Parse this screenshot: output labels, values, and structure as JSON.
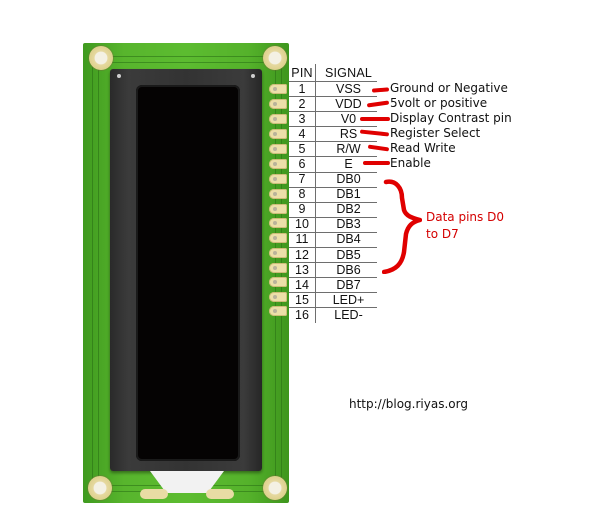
{
  "table": {
    "headers": {
      "pin": "PIN",
      "signal": "SIGNAL"
    },
    "rows": [
      {
        "pin": "1",
        "signal": "VSS"
      },
      {
        "pin": "2",
        "signal": "VDD"
      },
      {
        "pin": "3",
        "signal": "V0"
      },
      {
        "pin": "4",
        "signal": "RS"
      },
      {
        "pin": "5",
        "signal": "R/W"
      },
      {
        "pin": "6",
        "signal": "E"
      },
      {
        "pin": "7",
        "signal": "DB0"
      },
      {
        "pin": "8",
        "signal": "DB1"
      },
      {
        "pin": "9",
        "signal": "DB2"
      },
      {
        "pin": "10",
        "signal": "DB3"
      },
      {
        "pin": "11",
        "signal": "DB4"
      },
      {
        "pin": "12",
        "signal": "DB5"
      },
      {
        "pin": "13",
        "signal": "DB6"
      },
      {
        "pin": "14",
        "signal": "DB7"
      },
      {
        "pin": "15",
        "signal": "LED+"
      },
      {
        "pin": "16",
        "signal": "LED-"
      }
    ]
  },
  "annotations": {
    "descriptions": [
      "Ground or Negative",
      "5volt or positive",
      "Display Contrast pin",
      "Register Select",
      "Read Write",
      "Enable"
    ],
    "data_pins_label_line1": "Data pins D0",
    "data_pins_label_line2": "to D7",
    "annotation_color": "#e00000"
  },
  "source_url": "http://blog.riyas.org",
  "board": {
    "pcb_color": "#58b52d",
    "bezel_color": "#333333",
    "screen_color": "#050303",
    "pad_color": "#ecdfa8"
  }
}
